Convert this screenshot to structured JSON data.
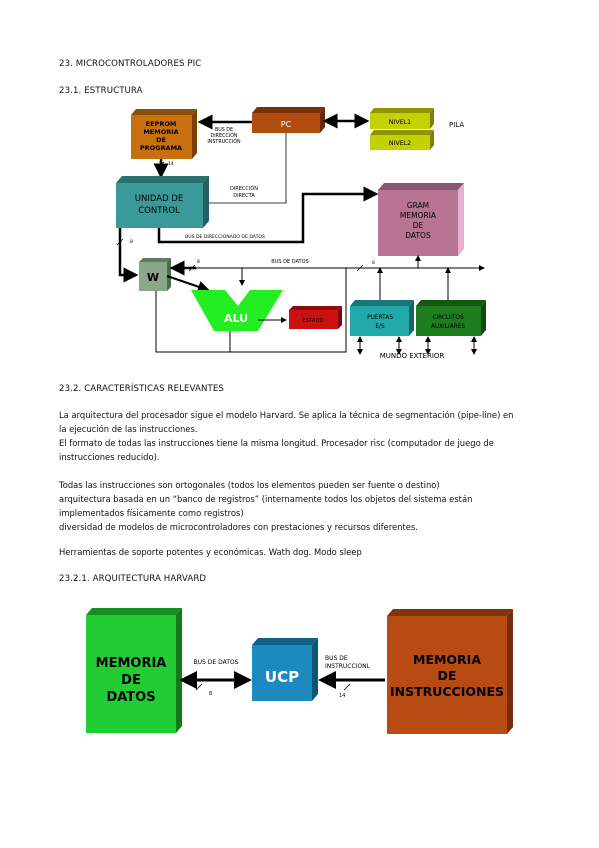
{
  "doc": {
    "heading_main": "23. MICROCONTROLADORES PIC",
    "heading_structure": "23.1. ESTRUCTURA",
    "heading_characteristics": "23.2. CARACTERÍSTICAS RELEVANTES",
    "paragraph1": [
      "La arquitectura del procesador sigue el modelo Harvard. Se aplica la técnica de segmentación (pipe-line) en",
      "la ejecución de las instrucciones.",
      "El formato de todas las instrucciones tiene la misma longitud. Procesador risc (computador de juego de",
      "instrucciones reducido)."
    ],
    "paragraph2": [
      "Todas las instrucciones son ortogonales (todos los elementos pueden ser fuente o destino)",
      "arquitectura basada en un “banco de registros” (internamente todos los objetos del sistema están",
      "implementados físicamente como registros)",
      "diversidad de modelos de microcontroladores con prestaciones y recursos diferentes."
    ],
    "paragraph3": "Herramientas de soporte potentes y económicas. Wath dog. Modo sleep",
    "heading_harvard": "23.2.1. ARQUITECTURA HARVARD"
  },
  "diagram1": {
    "eeprom": [
      "EEPROM",
      "MEMORIA",
      "DE",
      "PROGRAMA"
    ],
    "pc": "PC",
    "nivel1": "NIVEL1",
    "nivel2": "NIVEL2",
    "pila": "PILA",
    "bus_direccion": [
      "BUS DE",
      "DIRECCIÓN",
      "INSTRUCCIÓN"
    ],
    "num_14": "14",
    "unidad_control": [
      "UNIDAD DE",
      "CONTROL"
    ],
    "direccion_directa": [
      "DIRECCIÓN",
      "DIRECTA"
    ],
    "gram": [
      "GRAM",
      "MEMORIA",
      "DE",
      "DATOS"
    ],
    "bus_direccionado": "BUS DE DIRECCIONADO DE DATOS",
    "num_8a": "8",
    "w": "W",
    "num_8b": "8",
    "bus_datos": "BUS DE DATOS",
    "num_8c": "8",
    "alu": "ALU",
    "estado": "ESTADO",
    "puertas": [
      "PUERTAS",
      "E/S"
    ],
    "circuitos": [
      "CIRCUITOS",
      "AUXILIARES"
    ],
    "mundo_exterior": "MUNDO EXTERIOR"
  },
  "diagram2": {
    "memoria_datos": [
      "MEMORIA",
      "DE",
      "DATOS"
    ],
    "bus_datos": "BUS DE DATOS",
    "num_8": "8",
    "ucp": "UCP",
    "bus_instruccion": [
      "BUS DE",
      "INSTRUCCIONL"
    ],
    "num_14": "14",
    "memoria_instrucciones": [
      "MEMORIA",
      "DE",
      "INSTRUCCIONES"
    ]
  },
  "colors": {
    "orange": "#c8700f",
    "pc_brown": "#b14b0f",
    "yellow_green": "#c4d000",
    "teal": "#3a9a9a",
    "pink": "#b77593",
    "grey_green": "#8aa889",
    "alu_green": "#22ee22",
    "red": "#cc1111",
    "cyan": "#22aaaa",
    "dark_green": "#1e7e1e",
    "green2": "#22cc33",
    "blue_ucp": "#1a8abf",
    "brown2": "#b84b12"
  }
}
